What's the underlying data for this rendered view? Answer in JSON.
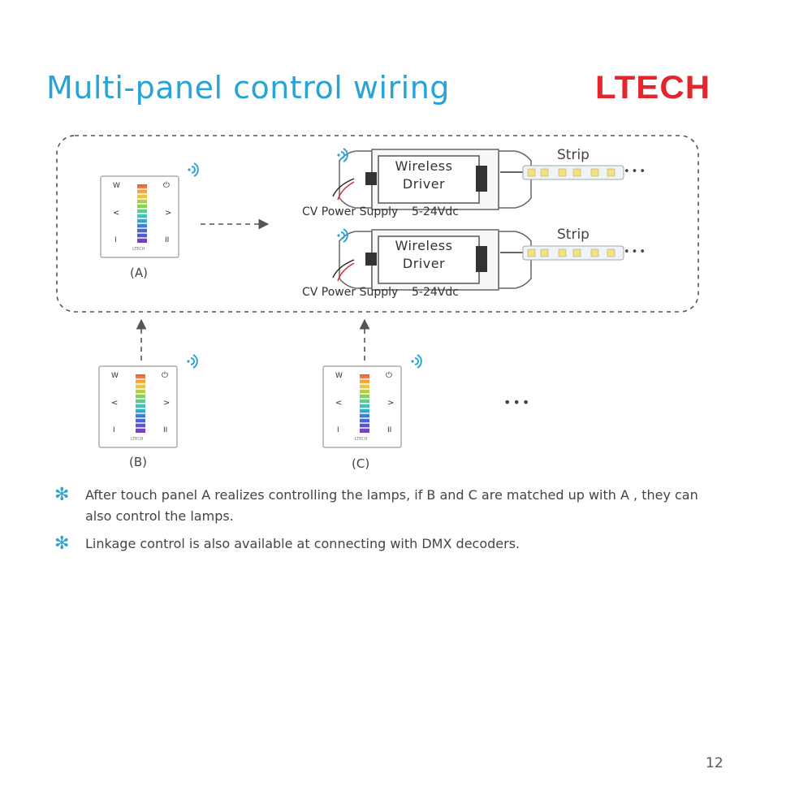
{
  "page": {
    "title": "Multi-panel control wiring",
    "logo": "LTECH",
    "page_number": "12"
  },
  "diagram": {
    "driver_label": "Wireless Driver",
    "driver_label_line1": "Wireless",
    "driver_label_line2": "Driver",
    "strip_label": "Strip",
    "power_supply_label": "CV Power Supply",
    "voltage_label": "5-24Vdc",
    "panel_a_label": "(A)",
    "panel_b_label": "(B)",
    "panel_c_label": "(C)",
    "more_panels": "•••",
    "strip_more": "•••"
  },
  "panel_face": {
    "w": "W",
    "left": "<",
    "right": ">",
    "pause": "II",
    "one": "I",
    "power": "⏻",
    "brand": "LTECH"
  },
  "notes": [
    {
      "bullet": "✻",
      "text": "After touch panel A realizes controlling the lamps, if B and C are matched up with A , they can also control the lamps."
    },
    {
      "bullet": "✻",
      "text": "Linkage control is also available at connecting with DMX decoders."
    }
  ],
  "colors": {
    "accent": "#29a3d6",
    "logo": "#e3262e",
    "line": "#555555"
  }
}
